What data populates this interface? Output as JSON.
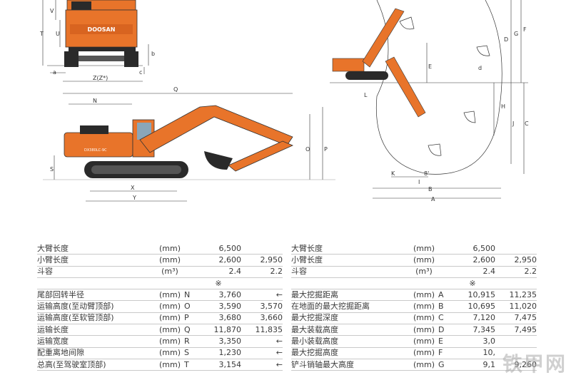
{
  "drawing": {
    "brand": "DOOSAN",
    "model_badge": "DX380LC-9C",
    "colors": {
      "body": "#e8742a",
      "dark": "#2a2a2a",
      "line": "#333333"
    },
    "front_view_dims": [
      "T",
      "V",
      "U",
      "Z(Z*)",
      "a",
      "b",
      "c"
    ],
    "side_view_dims": [
      "Q",
      "N",
      "O",
      "P",
      "S",
      "X",
      "Y"
    ],
    "range_dims": [
      "A",
      "B",
      "C",
      "D",
      "E",
      "F",
      "G",
      "H",
      "I",
      "J",
      "K",
      "L",
      "d",
      "8'"
    ]
  },
  "table_left": {
    "rows": [
      {
        "label": "大臂长度",
        "unit": "(mm)",
        "code": "",
        "v1": "6,500",
        "v2": ""
      },
      {
        "label": "小臂长度",
        "unit": "(mm)",
        "code": "",
        "v1": "2,600",
        "v2": "2,950"
      },
      {
        "label": "斗容",
        "unit": "(m³)",
        "code": "",
        "v1": "2.4",
        "v2": "2.2"
      },
      {
        "label": "",
        "unit": "",
        "code": "",
        "v1": "※",
        "v2": ""
      },
      {
        "label": "尾部回转半径",
        "unit": "(mm)",
        "code": "N",
        "v1": "3,760",
        "v2": "←"
      },
      {
        "label": "运输高度(至动臂顶部)",
        "unit": "(mm)",
        "code": "O",
        "v1": "3,590",
        "v2": "3,570"
      },
      {
        "label": "运输高度(至软管顶部)",
        "unit": "(mm)",
        "code": "P",
        "v1": "3,680",
        "v2": "3,660"
      },
      {
        "label": "运输长度",
        "unit": "(mm)",
        "code": "Q",
        "v1": "11,870",
        "v2": "11,835"
      },
      {
        "label": "运输宽度",
        "unit": "(mm)",
        "code": "R",
        "v1": "3,350",
        "v2": "←"
      },
      {
        "label": "配重离地间隙",
        "unit": "(mm)",
        "code": "S",
        "v1": "1,230",
        "v2": "←"
      },
      {
        "label": "总高(至驾驶室顶部)",
        "unit": "(mm)",
        "code": "T",
        "v1": "3,154",
        "v2": "←"
      }
    ]
  },
  "table_right": {
    "rows": [
      {
        "label": "大臂长度",
        "unit": "(mm)",
        "code": "",
        "v1": "6,500",
        "v2": ""
      },
      {
        "label": "小臂长度",
        "unit": "(mm)",
        "code": "",
        "v1": "2,600",
        "v2": "2,950"
      },
      {
        "label": "斗容",
        "unit": "(m³)",
        "code": "",
        "v1": "2.4",
        "v2": "2.2"
      },
      {
        "label": "",
        "unit": "",
        "code": "",
        "v1": "※",
        "v2": ""
      },
      {
        "label": "最大挖掘距离",
        "unit": "(mm)",
        "code": "A",
        "v1": "10,915",
        "v2": "11,235"
      },
      {
        "label": "在地面的最大挖掘距离",
        "unit": "(mm)",
        "code": "B",
        "v1": "10,695",
        "v2": "11,020"
      },
      {
        "label": "最大挖掘深度",
        "unit": "(mm)",
        "code": "C",
        "v1": "7,120",
        "v2": "7,475"
      },
      {
        "label": "最大装载高度",
        "unit": "(mm)",
        "code": "D",
        "v1": "7,345",
        "v2": "7,495"
      },
      {
        "label": "最小装载高度",
        "unit": "(mm)",
        "code": "E",
        "v1": "3,0",
        "v2": ""
      },
      {
        "label": "最大挖掘高度",
        "unit": "(mm)",
        "code": "F",
        "v1": "10,",
        "v2": ""
      },
      {
        "label": "铲斗销轴最大高度",
        "unit": "(mm)",
        "code": "G",
        "v1": "9,1",
        "v2": "9,260"
      }
    ]
  },
  "watermark": "铁甲网"
}
